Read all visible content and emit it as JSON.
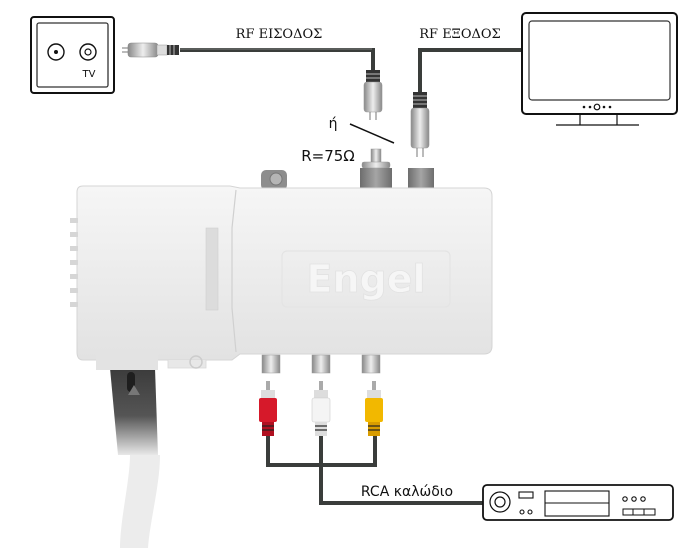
{
  "labels": {
    "rf_input": "RF ΕΙΣΟΔΟΣ",
    "rf_output": "RF ΕΞΟΔΟΣ",
    "or": "ή",
    "terminator": "R=75Ω",
    "rca_cable": "RCA καλώδιο",
    "wall_socket_tv": "TV",
    "brand": "Engel"
  },
  "colors": {
    "cable": "#3a3d3b",
    "device_body": "#eeeeee",
    "rca_red": "#d6192a",
    "rca_white": "#f4f4f4",
    "rca_yellow": "#f2b800",
    "outline": "#111111"
  }
}
